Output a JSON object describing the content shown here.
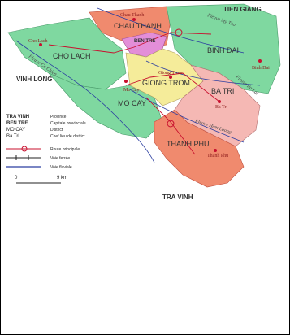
{
  "map": {
    "neighbors": {
      "tien_giang": "TIEN GIANG",
      "vinh_long": "VINH LONG",
      "tra_vinh": "TRA VINH"
    },
    "districts": {
      "chau_thanh": "CHAU THANH",
      "ben_tre": "BEN TRE",
      "cho_lach": "CHO LACH",
      "binh_dai": "BINH DAI",
      "giong_trom": "GIONG TROM",
      "ba_tri": "BA TRI",
      "mo_cay": "MO CAY",
      "thanh_phu": "THANH PHU"
    },
    "towns": {
      "chau_thanh": "Chau Thanh",
      "cho_lach": "Cho Lach",
      "giong_trom": "Giong Trom",
      "mo_cay": "Mo Cay",
      "binh_dai": "Binh Dai",
      "ba_tri": "Ba Tri",
      "thanh_phu": "Thanh Phu"
    },
    "rivers": {
      "my_tho": "Fleuve My Tho",
      "co_chien": "Fleuve Co Chien",
      "ba_lai": "Fleuve Ba Lai",
      "ham_luong": "Fleuve Ham Luong"
    },
    "legend": {
      "ex_province": "TRA VINH",
      "ex_province_desc": "Province",
      "ex_capital": "BEN TRE",
      "ex_capital_desc": "Capitale provinciale",
      "ex_district": "MO CAY",
      "ex_district_desc": "District",
      "ex_chef": "Ba Tri",
      "ex_chef_desc": "Chef lieu de district",
      "road_desc": "Route principale",
      "rail_desc": "Voie ferrée",
      "water_desc": "Voie fluviale",
      "scale_start": "0",
      "scale_end": "9 km"
    },
    "colors": {
      "salmon": "#f08a6e",
      "green": "#7fd8a0",
      "yellow": "#f5ec9a",
      "pink": "#f5b8b4",
      "magenta": "#e38ed8",
      "road": "#c8102e",
      "water": "#2b3ea0"
    }
  }
}
